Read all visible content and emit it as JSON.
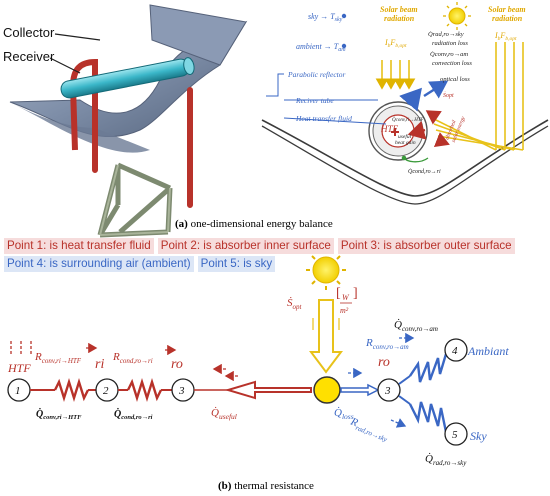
{
  "colors": {
    "red": "#b8322a",
    "blue": "#3a67c4",
    "gold": "#e0b400",
    "dark": "#1f1f1f"
  },
  "panel_a": {
    "collector_label": "Collector",
    "receiver_label": "Receiver",
    "sky_label": "sky → T",
    "sky_sub": "sky",
    "ambient_label": "ambient → T",
    "ambient_sub": "am",
    "solar_beam_label": [
      "Solar beam",
      "radiation"
    ],
    "ib_label": "I",
    "ib_sub": "b",
    "ib_rest": "F",
    "ib_sub2": "b,opt",
    "rad_loss": "radiation loss",
    "conv_loss": "convection loss",
    "optical_loss": "optical loss",
    "parabolic": "Parabolic reflector",
    "receiver_tube": "Reciver tube",
    "htf_fluid": "Heat transfer fluid",
    "htf": "HTF",
    "useful": [
      "useful",
      "heat gain"
    ],
    "absorbed": [
      "absorbed",
      "solar energy"
    ],
    "q_rad_sky": "Q̇rad,ro→sky",
    "q_conv_am": "Q̇conv,ro→am",
    "q_conv_htf": "Q̇conv,ri→HTF",
    "q_cond": "Q̇cond,ro→ri",
    "s_opt": "Ṡopt"
  },
  "caption_a": {
    "tag": "(a)",
    "text": " one-dimensional energy balance"
  },
  "points": [
    {
      "text": "Point 1: is heat transfer fluid",
      "color": "#b8322a",
      "bg": "#f6dcdc"
    },
    {
      "text": "Point 2: is absorber inner surface",
      "color": "#b8322a",
      "bg": "#f6dcdc"
    },
    {
      "text": "Point 3: is absorber outer surface",
      "color": "#b8322a",
      "bg": "#f6dcdc"
    },
    {
      "text": "Point 4: is surrounding air (ambient)",
      "color": "#3a67c4",
      "bg": "#dce6f6"
    },
    {
      "text": "Point 5: is sky",
      "color": "#3a67c4",
      "bg": "#dce6f6"
    }
  ],
  "panel_b": {
    "node1": "1",
    "node2": "2",
    "node3a": "3",
    "node3b": "3",
    "node4": "4",
    "node5": "5",
    "htf": "HTF",
    "ri": "ri",
    "ro1": "ro",
    "ro2": "ro",
    "r_conv_ri": "R",
    "r_conv_ri_sub": "conv,ri→HTF",
    "r_cond": "R",
    "r_cond_sub": "cond,ro→ri",
    "r_conv_ro": "R",
    "r_conv_ro_sub": "conv,ro→am",
    "r_rad": "R",
    "r_rad_sub": "rad,ro→sky",
    "q_conv_ri": "Q̇",
    "q_conv_ri_sub": "conv,ri→HTF",
    "q_cond": "Q̇",
    "q_cond_sub": "cond,ro→ri",
    "q_useful": "Q̇",
    "q_useful_sub": "useful",
    "q_loss": "Q̇",
    "q_loss_sub": "loss",
    "q_conv_am": "Q̇",
    "q_conv_am_sub": "conv,ro→am",
    "q_rad_sky": "Q̇",
    "q_rad_sky_sub": "rad,ro→sky",
    "s_opt": "Ṡ",
    "s_opt_sub": "opt",
    "s_unit_num": "W",
    "s_unit_den": "m²",
    "ambient": "Ambiant",
    "sky": "Sky"
  },
  "caption_b": {
    "tag": "(b)",
    "text": " thermal resistance"
  }
}
